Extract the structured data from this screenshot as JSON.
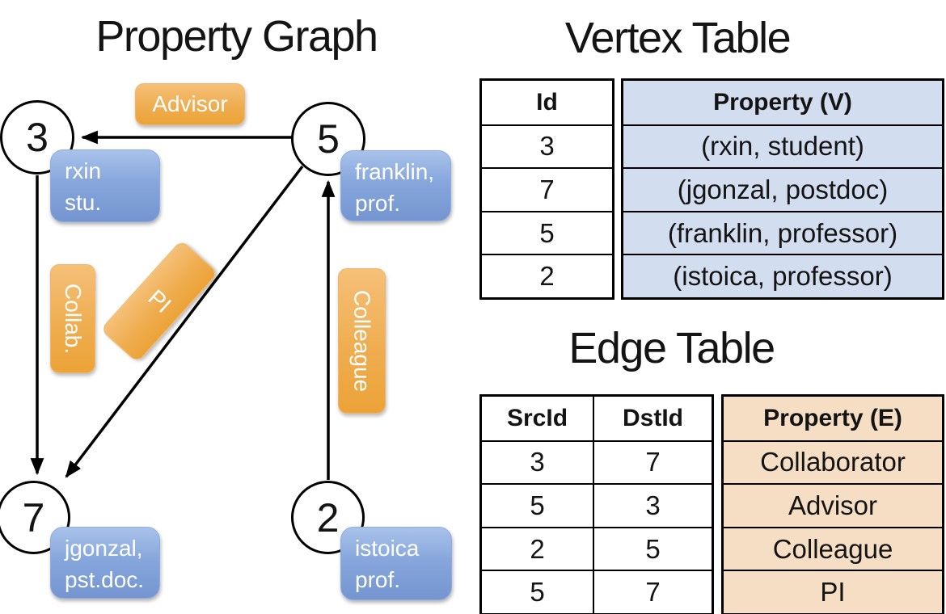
{
  "titles": {
    "graph": "Property Graph",
    "vertex": "Vertex Table",
    "edge": "Edge Table"
  },
  "graph": {
    "nodes": [
      {
        "label": "3"
      },
      {
        "label": "5"
      },
      {
        "label": "7"
      },
      {
        "label": "2"
      }
    ],
    "vertex_labels": [
      {
        "line1": "rxin",
        "line2": "stu."
      },
      {
        "line1": "franklin,",
        "line2": "prof."
      },
      {
        "line1": "jgonzal,",
        "line2": "pst.doc."
      },
      {
        "line1": "istoica",
        "line2": "prof."
      }
    ],
    "edge_labels": [
      {
        "label": "Advisor"
      },
      {
        "label": "Collab."
      },
      {
        "label": "PI"
      },
      {
        "label": "Colleague"
      }
    ]
  },
  "vertex_table": {
    "headers": {
      "id": "Id",
      "property": "Property (V)"
    },
    "rows": [
      {
        "id": "3",
        "property": "(rxin, student)"
      },
      {
        "id": "7",
        "property": "(jgonzal, postdoc)"
      },
      {
        "id": "5",
        "property": "(franklin, professor)"
      },
      {
        "id": "2",
        "property": "(istoica, professor)"
      }
    ]
  },
  "edge_table": {
    "headers": {
      "src": "SrcId",
      "dst": "DstId",
      "property": "Property (E)"
    },
    "rows": [
      {
        "src": "3",
        "dst": "7",
        "property": "Collaborator"
      },
      {
        "src": "5",
        "dst": "3",
        "property": "Advisor"
      },
      {
        "src": "2",
        "dst": "5",
        "property": "Colleague"
      },
      {
        "src": "5",
        "dst": "7",
        "property": "PI"
      }
    ]
  },
  "colors": {
    "vertex_box_top": "#a9c2ea",
    "vertex_box_bottom": "#7495d0",
    "edge_box_top": "#f5c078",
    "edge_box_bottom": "#eca337",
    "vertex_table_fill": "#d3ddf0",
    "edge_table_fill": "#f6dec4",
    "line_color": "#000000"
  }
}
